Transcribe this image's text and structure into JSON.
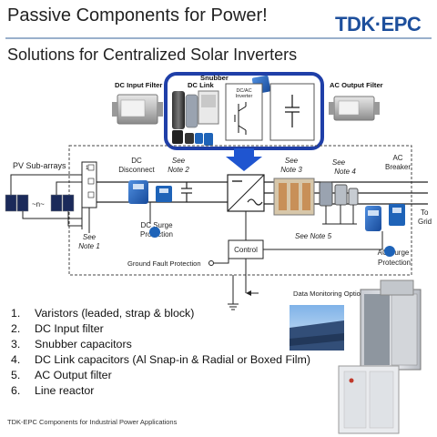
{
  "slide": {
    "title": "Passive Components for Power!",
    "subtitle": "Solutions for Centralized Solar Inverters",
    "logo": "TDK·EPC",
    "footer": "TDK-EPC Components for Industrial Power Applications"
  },
  "photo_labels": {
    "dc_input_filter": "DC Input Filter",
    "dc_link": "DC Link",
    "snubber": "Snubber",
    "ac_output_filter": "AC Output Filter"
  },
  "snubber_box_text": [
    "DC/AC",
    "Inverter"
  ],
  "diagram_labels": {
    "pv_subarrays": "PV Sub-arrays",
    "n": "~n~",
    "dc_disconnect": [
      "DC",
      "Disconnect"
    ],
    "see_note_2": [
      "See",
      "Note 2"
    ],
    "see_note_3": [
      "See",
      "Note 3"
    ],
    "see_note_4": [
      "See",
      "Note 4"
    ],
    "see_note_1": [
      "See",
      "Note 1"
    ],
    "see_note_5": "See Note 5",
    "ac_breaker": [
      "AC",
      "Breaker"
    ],
    "to_grid": [
      "To",
      "Grid"
    ],
    "dc_surge": [
      "DC Surge",
      "Protection"
    ],
    "ac_surge": [
      "AC Surge",
      "Protection"
    ],
    "control": "Control",
    "ground_fault": "Ground Fault Protection",
    "data_monitoring": "Data Monitoring Options:"
  },
  "component_list": [
    {
      "num": "1.",
      "text": "Varistors (leaded, strap & block)"
    },
    {
      "num": "2.",
      "text": "DC Input filter"
    },
    {
      "num": "3.",
      "text": "Snubber capacitors"
    },
    {
      "num": "4.",
      "text": "DC Link capacitors (Al Snap-in & Radial or Boxed Film)"
    },
    {
      "num": "5.",
      "text": "AC Output filter"
    },
    {
      "num": "6.",
      "text": "Line reactor"
    }
  ],
  "colors": {
    "accent_blue": "#1f3fa8",
    "component_blue": "#1e63b8",
    "arrow_blue": "#1f55d0",
    "logo_blue": "#1d4f9c"
  }
}
